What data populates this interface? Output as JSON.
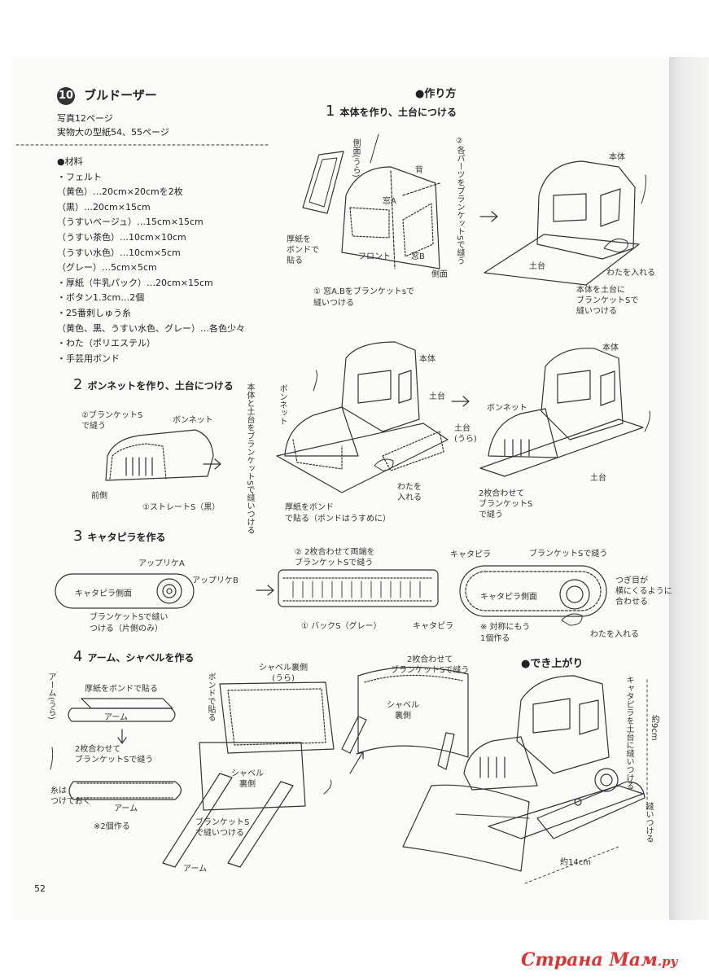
{
  "title": {
    "number": "10",
    "text": "ブルドーザー"
  },
  "meta": [
    "写真12ページ",
    "実物大の型紙54、55ページ"
  ],
  "materials": {
    "heading": "●材料",
    "items": [
      "・フェルト",
      "（黄色）…20cm×20cmを2枚",
      "（黒）…20cm×15cm",
      "（うすいベージュ）…15cm×15cm",
      "（うすい茶色）…10cm×10cm",
      "（うすい水色）…10cm×5cm",
      "（グレー）…5cm×5cm",
      "・厚紙（牛乳パック）…20cm×15cm",
      "・ボタン1.3cm…2個",
      "・25番刺しゅう糸",
      "（黄色、黒、うすい水色、グレー）…各色少々",
      "・わた（ポリエステル）",
      "・手芸用ボンド"
    ]
  },
  "method_heading": "●作り方",
  "steps": [
    {
      "num": "1",
      "title": "本体を作り、土台につける"
    },
    {
      "num": "2",
      "title": "ボンネットを作り、土台につける"
    },
    {
      "num": "3",
      "title": "キャタピラを作る"
    },
    {
      "num": "4",
      "title": "アーム、シャベルを作る"
    }
  ],
  "finished_heading": "●でき上がり",
  "labels": {
    "s1_side": "側面(うら)",
    "s1_back": "背",
    "s1_note2": "②各パーツをブランケットSで縫う",
    "s1_windowA": "窓A",
    "s1_windowB": "窓B",
    "s1_front": "フロント",
    "s1_side2": "側面",
    "s1_board": "厚紙を\nボンドで\n貼る",
    "s1_note1": "① 窓A.Bをブランケットsで\n縫いつける",
    "s1_body": "本体",
    "s1_base": "土台",
    "s1_cotton": "わたを入れる",
    "s1_attach": "本体を土台に\nブランケットSで\n縫いつける",
    "s2_note2": "②ブランケットS\nで縫う",
    "s2_bonnet": "ボンネット",
    "s2_front": "前側",
    "s2_straight": "①ストレートS（黒）",
    "s2_bonnet_v": "ボンネット",
    "s2_sew_v": "本体と土台をブランケットSで縫いつける",
    "s2_body": "本体",
    "s2_base": "土台",
    "s2_base_back": "土台\n(うら)",
    "s2_cotton": "わたを\n入れる",
    "s2_board": "厚紙をボンド\nで貼る（ボンドはうすめに）",
    "s2_body2": "本体",
    "s2_bonnet2": "ボンネット",
    "s2_two": "2枚合わせて\nブランケットS\nで縫う",
    "s2_base2": "土台",
    "s3_appA": "アップリケA",
    "s3_appB": "アップリケB",
    "s3_side": "キャタピラ側面",
    "s3_sew": "ブランケットSで縫い\nつける（片側のみ）",
    "s3_note2": "② 2枚合わせて両端を\nブランケットSで縫う",
    "s3_back": "① バックS（グレー）",
    "s3_cat": "キャタピラ",
    "s3_cat2": "キャタピラ",
    "s3_blanket": "ブランケットSで縫う",
    "s3_side2": "キャタピラ側面",
    "s3_join": "つぎ目が\n横にくるように\n合わせる",
    "s3_sym": "※ 対称にもう\n1個作る",
    "s3_cotton": "わたを入れる",
    "s4_arm_back": "アーム(うら)",
    "s4_board": "厚紙をボンドで貼る",
    "s4_arm": "アーム",
    "s4_two": "2枚合わせて\nブランケットSで縫う",
    "s4_thread": "糸は\nつけておく",
    "s4_arm2": "アーム",
    "s4_x2": "※2個作る",
    "s4_bond_v": "ボンドで貼る",
    "s4_shovel_back": "シャベル裏側\n(うら)",
    "s4_shovel_in": "シャベル\n裏側",
    "s4_sew": "ブランケットS\nで縫いつける",
    "s4_arm3": "アーム",
    "s4_two2": "2枚合わせて\nブランケットSで縫う",
    "s4_shovel2": "シャベル\n裏側",
    "fin_cat_v": "キャタピラを土台に縫いつける",
    "fin_arm_v": "縫いつける",
    "fin_height_v": "約9cm",
    "fin_width": "約14cm"
  },
  "page_number": "52",
  "watermark": "Страна Мам",
  "watermark_suffix": ".ру",
  "colors": {
    "ink": "#222222",
    "paper": "#fbfbf9",
    "watermark": "#dd3333"
  }
}
